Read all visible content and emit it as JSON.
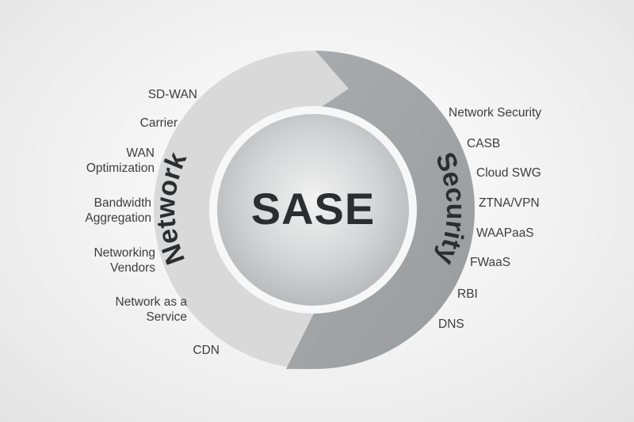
{
  "center": {
    "title": "SASE"
  },
  "ring": {
    "left_label": "Network",
    "right_label": "Security"
  },
  "network_items": [
    {
      "lines": [
        "SD-WAN"
      ]
    },
    {
      "lines": [
        "Carrier"
      ]
    },
    {
      "lines": [
        "WAN",
        "Optimization"
      ]
    },
    {
      "lines": [
        "Bandwidth",
        "Aggregation"
      ]
    },
    {
      "lines": [
        "Networking",
        "Vendors"
      ]
    },
    {
      "lines": [
        "Network as a",
        "Service"
      ]
    },
    {
      "lines": [
        "CDN"
      ]
    }
  ],
  "security_items": [
    {
      "lines": [
        "Network Security"
      ]
    },
    {
      "lines": [
        "CASB"
      ]
    },
    {
      "lines": [
        "Cloud SWG"
      ]
    },
    {
      "lines": [
        "ZTNA/VPN"
      ]
    },
    {
      "lines": [
        "WAAPaaS"
      ]
    },
    {
      "lines": [
        "FWaaS"
      ]
    },
    {
      "lines": [
        "RBI"
      ]
    },
    {
      "lines": [
        "DNS"
      ]
    }
  ],
  "colors": {
    "network_ring": "#d9d9d9",
    "security_ring": "#a0a3a6",
    "center_light": "#f0f0f0",
    "center_dark": "#b7b8b9",
    "text_dark": "#2b2d2f",
    "label_text": "#3d3d3d"
  }
}
